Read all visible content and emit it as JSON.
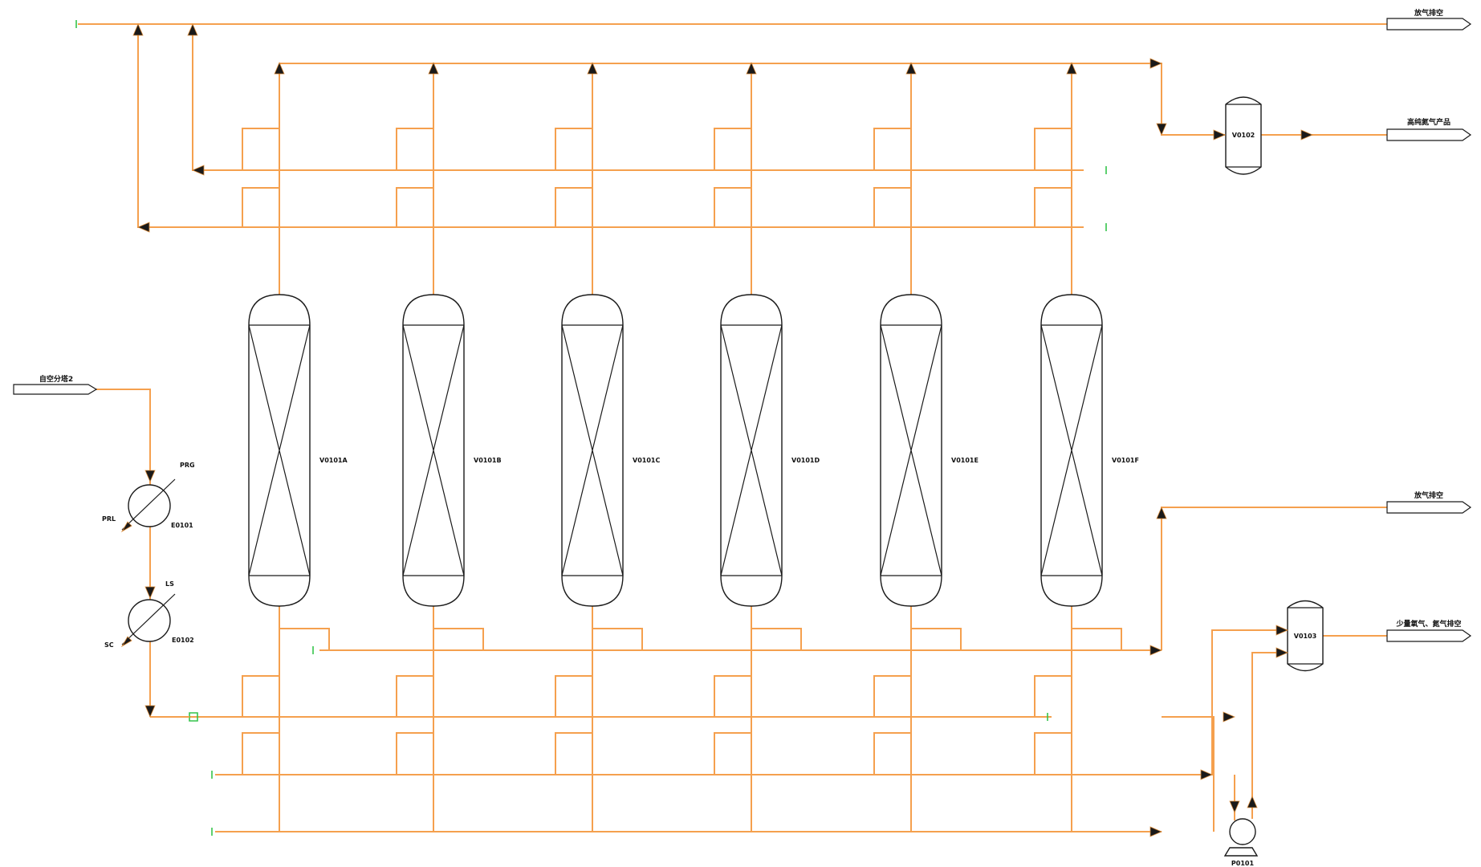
{
  "colors": {
    "pipe": "#f5a04e",
    "equipment": "#1a1a1a",
    "terminal": "#35c44b",
    "background": "#ffffff"
  },
  "adsorbers": [
    {
      "tag": "V0101A"
    },
    {
      "tag": "V0101B"
    },
    {
      "tag": "V0101C"
    },
    {
      "tag": "V0101D"
    },
    {
      "tag": "V0101E"
    },
    {
      "tag": "V0101F"
    }
  ],
  "vessels": {
    "product_buffer": "V0102",
    "separator": "V0103"
  },
  "exchangers": {
    "e1": {
      "tag": "E0101",
      "in": "PRG",
      "out": "PRL"
    },
    "e2": {
      "tag": "E0102",
      "in": "LS",
      "out": "SC"
    }
  },
  "pump": {
    "tag": "P0101"
  },
  "streams": {
    "feed": "自空分塔2",
    "vent_top": "放气排空",
    "product": "高纯氮气产品",
    "vent_mid": "放气排空",
    "bottom_out": "少量氧气、氮气排空"
  }
}
